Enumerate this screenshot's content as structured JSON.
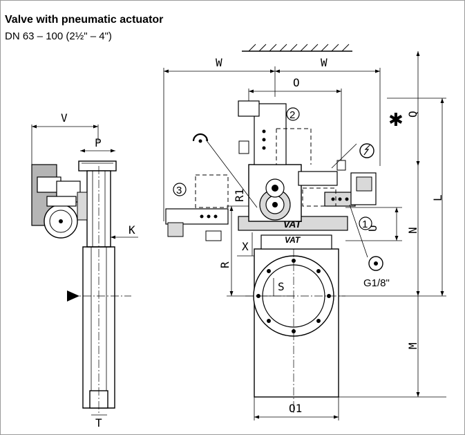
{
  "header": {
    "title": "Valve with pneumatic actuator",
    "subtitle": "DN 63 – 100 (2½\" – 4\")"
  },
  "dimensions": {
    "W_left": "W",
    "W_right": "W",
    "O": "O",
    "Q": "Q",
    "L": "L",
    "N": "N",
    "U": "U",
    "X": "X",
    "R": "R",
    "R1": "R1",
    "S": "S",
    "M": "M",
    "O1": "O1",
    "V": "V",
    "P": "P",
    "K": "K",
    "T": "T"
  },
  "callouts": {
    "one": "1",
    "two": "2",
    "three": "3",
    "thread": "G1/8\""
  },
  "logo": "VAT"
}
